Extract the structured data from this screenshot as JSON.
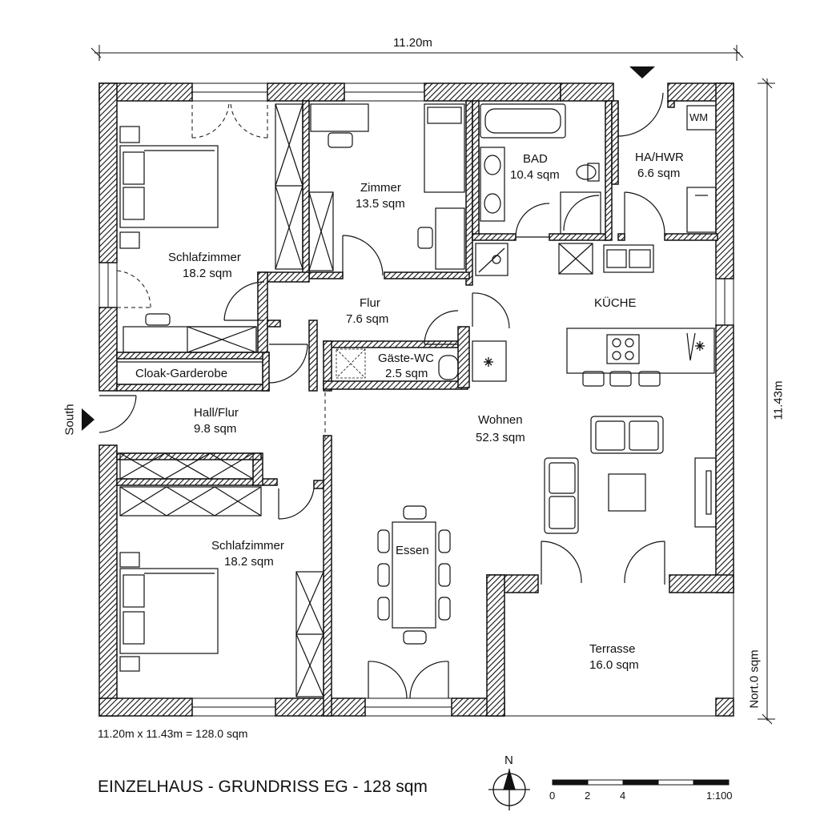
{
  "dimensions": {
    "width": "11.20m",
    "height": "11.43m",
    "right_bottom": "Nort.0 sqm",
    "west_label": "South"
  },
  "rooms": {
    "schlaf1": {
      "name": "Schlafzimmer",
      "area": "18.2 sqm"
    },
    "zimmer": {
      "name": "Zimmer",
      "area": "13.5 sqm"
    },
    "bad": {
      "name": "BAD",
      "area": "10.4 sqm"
    },
    "hwr": {
      "name": "HA/HWR",
      "area": "6.6 sqm"
    },
    "wm": "WM",
    "flur": {
      "name": "Flur",
      "area": "7.6 sqm"
    },
    "kueche": {
      "name": "KÜCHE"
    },
    "gaeste": {
      "name": "Gäste-WC",
      "area": "2.5 sqm"
    },
    "cloak": {
      "name": "Cloak-Garderobe"
    },
    "hall": {
      "name": "Hall/Flur",
      "area": "9.8 sqm"
    },
    "wohnen": {
      "name": "Wohnen",
      "area": "52.3 sqm"
    },
    "schlaf2": {
      "name": "Schlafzimmer",
      "area": "18.2 sqm"
    },
    "essen": {
      "name": "Essen"
    },
    "terrasse": {
      "name": "Terrasse",
      "area": "16.0 sqm"
    }
  },
  "footer": {
    "calc": "11.20m x 11.43m = 128.0 sqm",
    "title": "EINZELHAUS - GRUNDRISS EG - 128 sqm",
    "north": "N",
    "scale_ticks": [
      "0",
      "2",
      "4"
    ],
    "scale_ratio": "1:100"
  }
}
